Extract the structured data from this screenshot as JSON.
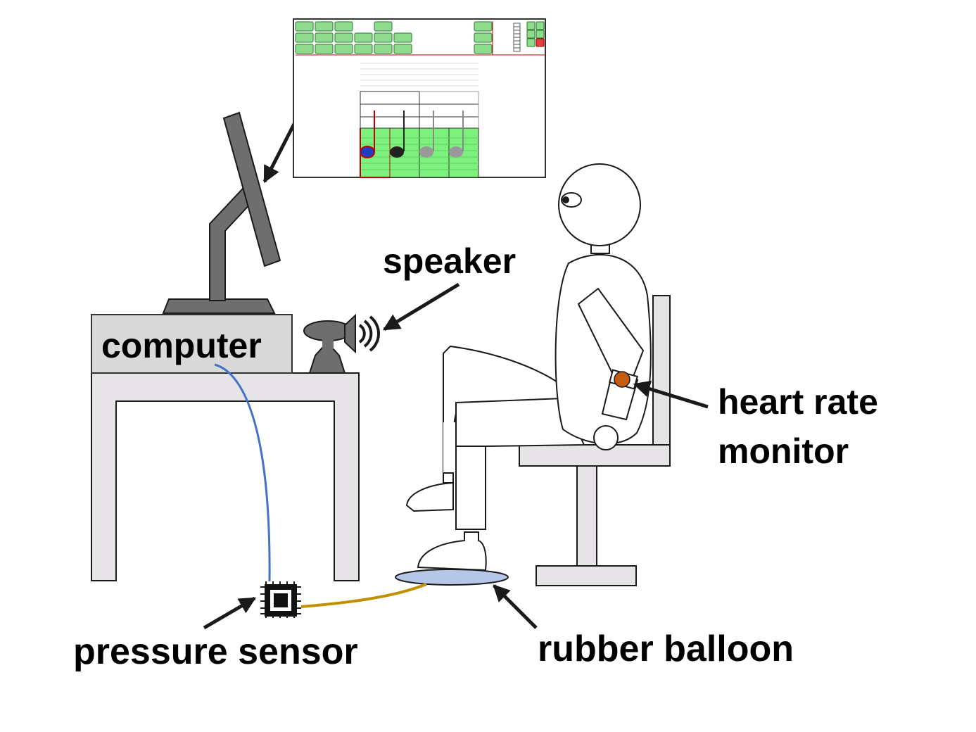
{
  "labels": {
    "computer": "computer",
    "speaker": "speaker",
    "heart_rate_line1": "heart rate",
    "heart_rate_line2": "monitor",
    "pressure_sensor": "pressure sensor",
    "rubber_balloon": "rubber balloon"
  },
  "colors": {
    "furniture_fill": "#e6e4e6",
    "monitor_gray": "#6e6e6e",
    "cable_blue": "#4472c4",
    "tube_gold": "#bf9000",
    "balloon_fill": "#b4c7e7",
    "heart_rate_monitor": "#c55a11",
    "screen_green": "#7cf27c",
    "screen_border": "#c00000",
    "note_blue": "#1f3fbf"
  },
  "screen": {
    "notes": [
      "active",
      "played",
      "pending",
      "pending"
    ]
  }
}
